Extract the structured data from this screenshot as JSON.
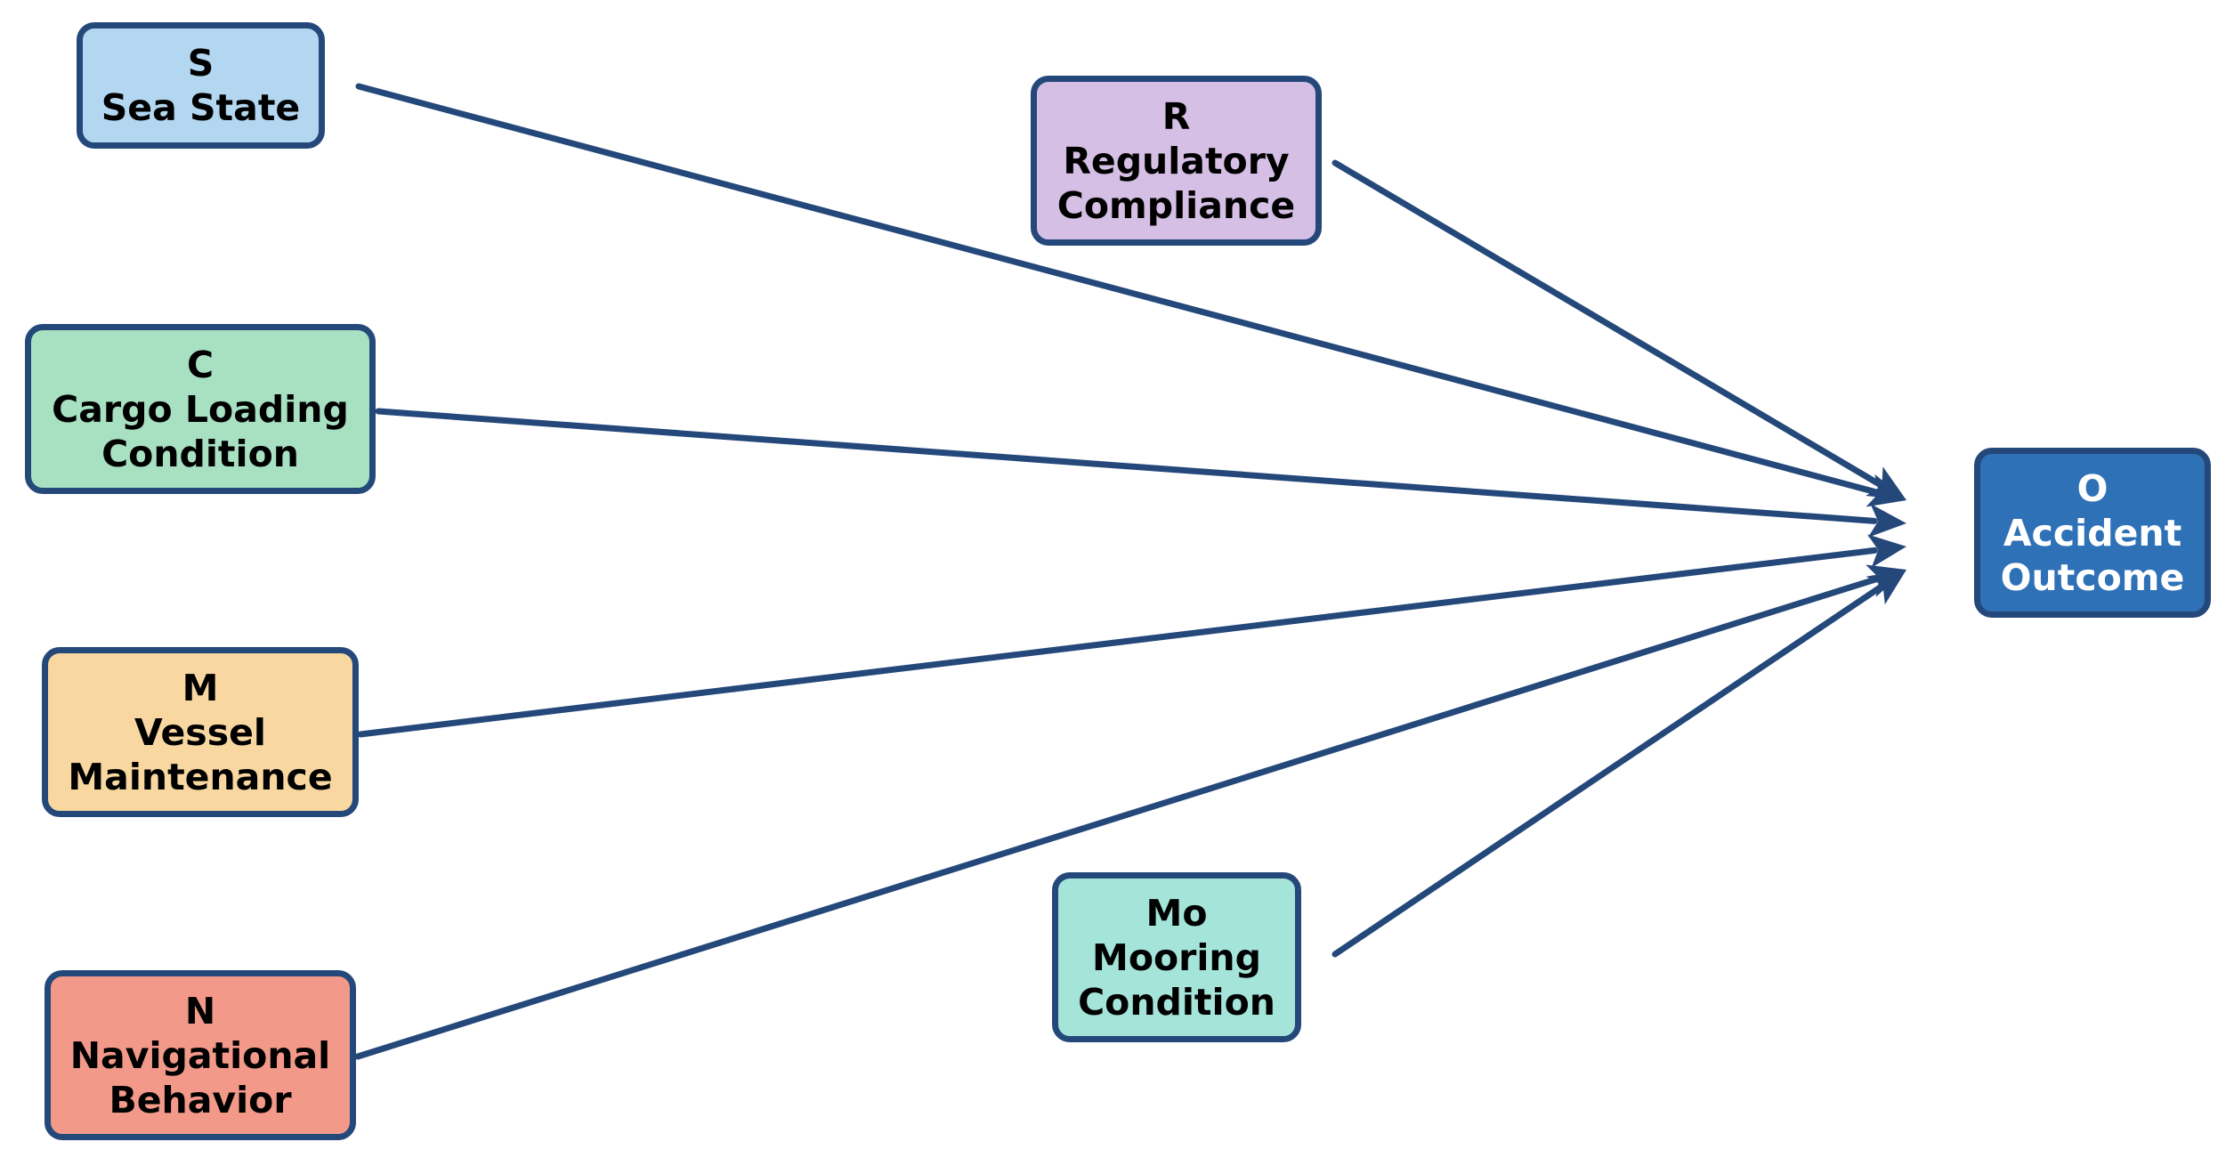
{
  "colors": {
    "edge": "#24487a",
    "border": "#24487a"
  },
  "nodes": {
    "sea_state": {
      "code": "S",
      "lines": [
        "Sea State"
      ],
      "fill": "#b3d7f0"
    },
    "cargo": {
      "code": "C",
      "lines": [
        "Cargo Loading",
        "Condition"
      ],
      "fill": "#a8e0c2"
    },
    "maintenance": {
      "code": "M",
      "lines": [
        "Vessel",
        "Maintenance"
      ],
      "fill": "#f8d7a1"
    },
    "navigation": {
      "code": "N",
      "lines": [
        "Navigational",
        "Behavior"
      ],
      "fill": "#f2998a"
    },
    "regulatory": {
      "code": "R",
      "lines": [
        "Regulatory",
        "Compliance"
      ],
      "fill": "#d6bfe4"
    },
    "mooring": {
      "code": "Mo",
      "lines": [
        "Mooring",
        "Condition"
      ],
      "fill": "#a4e4d9"
    },
    "outcome": {
      "code": "O",
      "lines": [
        "Accident",
        "Outcome"
      ],
      "fill": "#2f71b7"
    }
  },
  "edges": [
    {
      "from": "sea_state",
      "to": "outcome"
    },
    {
      "from": "cargo",
      "to": "outcome"
    },
    {
      "from": "maintenance",
      "to": "outcome"
    },
    {
      "from": "navigation",
      "to": "outcome"
    },
    {
      "from": "regulatory",
      "to": "outcome"
    },
    {
      "from": "mooring",
      "to": "outcome"
    }
  ]
}
